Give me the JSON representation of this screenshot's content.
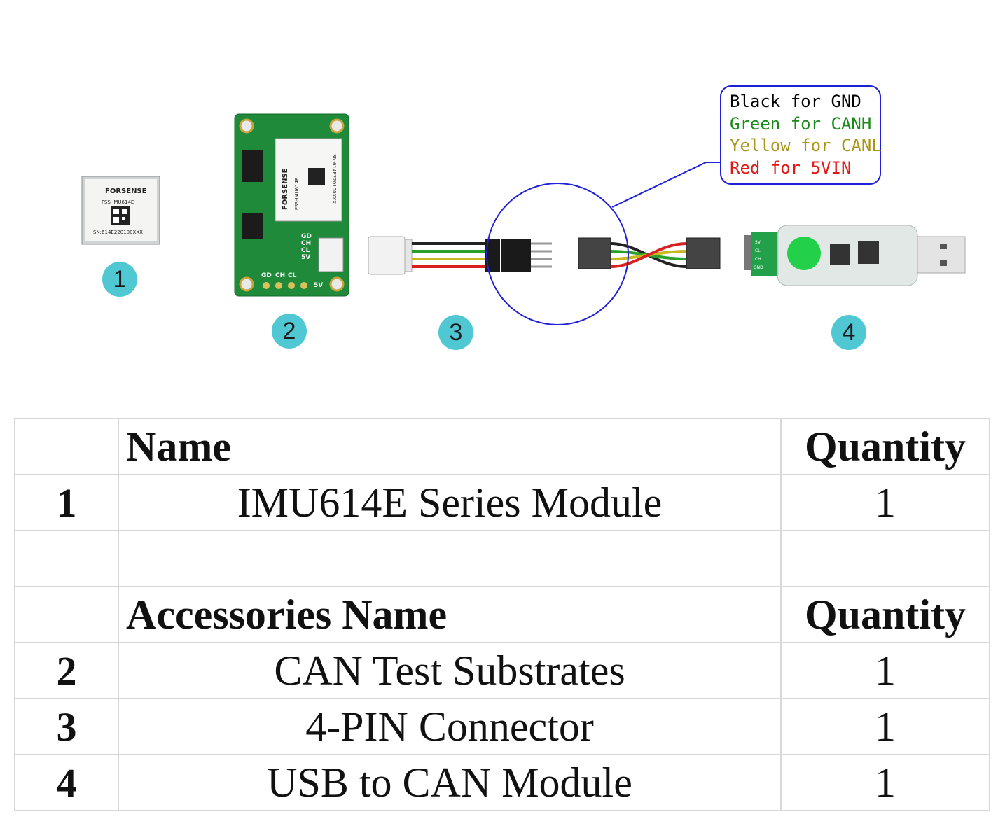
{
  "figure": {
    "badges": [
      "1",
      "2",
      "3",
      "4"
    ],
    "module": {
      "brand": "FORSENSE",
      "model": "FSS-IMU614E",
      "serial": "SN:614E220100XXX"
    },
    "board": {
      "brand": "FORSENSE",
      "model": "FSS-IMU614E",
      "serial": "SN:614E220100XXX",
      "pins_side": [
        "GD",
        "CH",
        "CL",
        "5V"
      ],
      "pins_bottom": [
        "GD",
        "CH",
        "CL",
        "5V"
      ]
    },
    "usb_pins": [
      "5V",
      "CL",
      "CH",
      "GND"
    ],
    "legend": [
      {
        "text": "Black for GND",
        "color": "#000000"
      },
      {
        "text": "Green for CANH",
        "color": "#1a8a1a"
      },
      {
        "text": "Yellow for CANL",
        "color": "#a89418"
      },
      {
        "text": "Red for 5VIN",
        "color": "#e01818"
      }
    ]
  },
  "table": {
    "header1": {
      "name": "Name",
      "quantity": "Quantity"
    },
    "main_rows": [
      {
        "index": "1",
        "name": "IMU614E Series Module",
        "quantity": "1"
      }
    ],
    "header2": {
      "name": "Accessories Name",
      "quantity": "Quantity"
    },
    "accessory_rows": [
      {
        "index": "2",
        "name": "CAN Test Substrates",
        "quantity": "1"
      },
      {
        "index": "3",
        "name": "4-PIN Connector",
        "quantity": "1"
      },
      {
        "index": "4",
        "name": "USB to CAN Module",
        "quantity": "1"
      }
    ]
  }
}
